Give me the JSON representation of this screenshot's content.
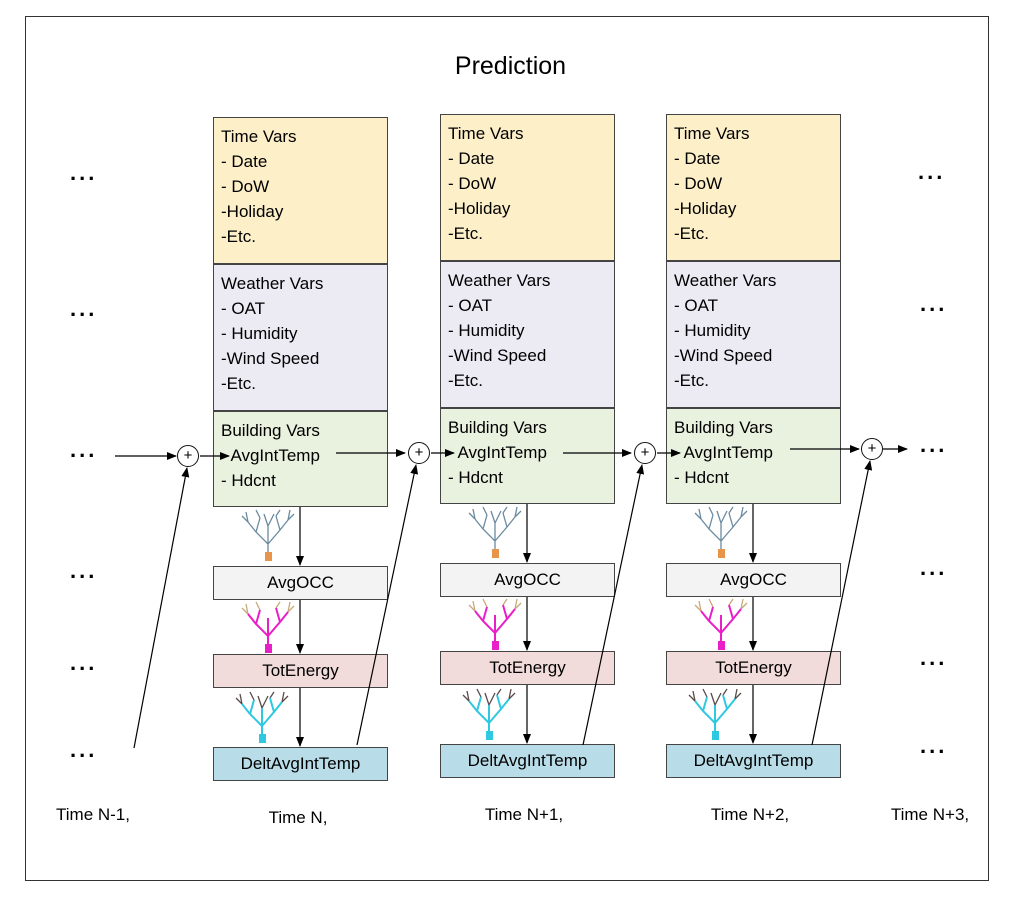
{
  "title": "Prediction",
  "ellipsis": "...",
  "time_vars": {
    "header": "Time Vars",
    "items": [
      "- Date",
      "- DoW",
      "-Holiday",
      "-Etc."
    ]
  },
  "weather_vars": {
    "header": "Weather Vars",
    "items": [
      "- OAT",
      "- Humidity",
      "-Wind Speed",
      "-Etc."
    ]
  },
  "building_vars": {
    "header": "Building Vars",
    "items": [
      "- AvgIntTemp",
      "- Hdcnt"
    ]
  },
  "nodes": {
    "avgocc": "AvgOCC",
    "totenergy": "TotEnergy",
    "delta": "DeltAvgIntTemp"
  },
  "sum_symbol": "+",
  "time_labels": [
    "Time N-1,",
    "Time N,",
    "Time N+1,",
    "Time N+2,",
    "Time N+3,"
  ],
  "colors": {
    "time_vars": "#fdefc8",
    "weather_vars": "#ecebf4",
    "building_vars": "#e9f1df",
    "avgocc": "#f3f3f3",
    "totenergy": "#f2dcdb",
    "delta": "#b8dde8",
    "tree_orange": "#e8944a",
    "tree_magenta": "#e81ec8",
    "tree_cyan": "#2ec8e0"
  }
}
